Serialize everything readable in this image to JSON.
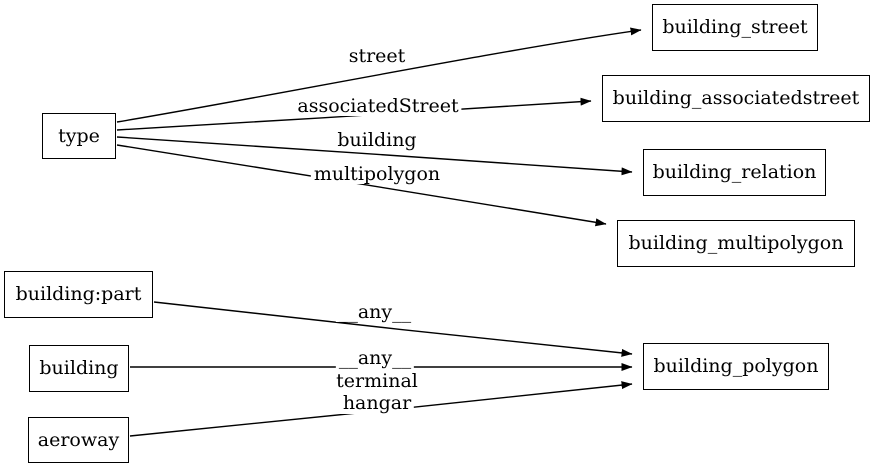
{
  "diagram": {
    "type": "graph",
    "orientation": "left-to-right",
    "background_color": "#ffffff",
    "node_border_color": "#000000",
    "node_fill_color": "#ffffff",
    "edge_color": "#000000",
    "text_color": "#000000",
    "nodes": {
      "type": "type",
      "building_street": "building_street",
      "building_associatedstreet": "building_associatedstreet",
      "building_relation": "building_relation",
      "building_multipolygon": "building_multipolygon",
      "building_part": "building:part",
      "building": "building",
      "aeroway": "aeroway",
      "building_polygon": "building_polygon"
    },
    "edge_labels": {
      "street": "street",
      "associated_street": "associatedStreet",
      "building": "building",
      "multipolygon": "multipolygon",
      "any_1": "__any__",
      "any_2": "__any__",
      "terminal": "terminal",
      "hangar": "hangar"
    },
    "edges": [
      {
        "from": "type",
        "to": "building_street",
        "label": "street"
      },
      {
        "from": "type",
        "to": "building_associatedstreet",
        "label": "associatedStreet"
      },
      {
        "from": "type",
        "to": "building_relation",
        "label": "building"
      },
      {
        "from": "type",
        "to": "building_multipolygon",
        "label": "multipolygon"
      },
      {
        "from": "building:part",
        "to": "building_polygon",
        "label": "__any__"
      },
      {
        "from": "building",
        "to": "building_polygon",
        "label": "__any__"
      },
      {
        "from": "aeroway",
        "to": "building_polygon",
        "label": "terminal\nhangar"
      }
    ]
  }
}
